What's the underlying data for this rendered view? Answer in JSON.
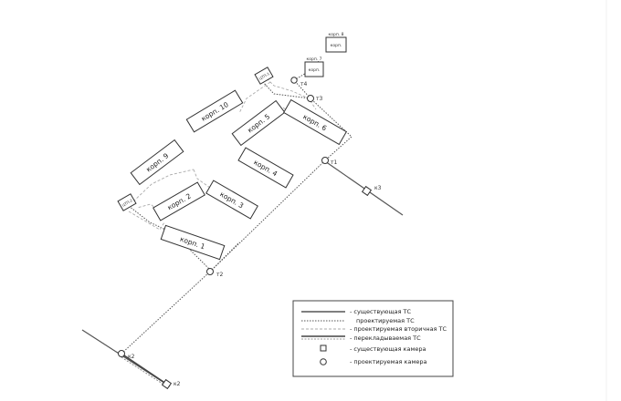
{
  "buildings": {
    "b1": "корп. 1",
    "b2": "корп. 2",
    "b3": "корп. 3",
    "b4": "корп. 4",
    "b5": "корп. 5",
    "b6": "корп. 6",
    "b7": "корп. 7",
    "b8": "корп. 8",
    "b9": "корп. 9",
    "b10": "корп. 10",
    "tp1": "ЦТП-1",
    "tp2": "ЦТП-2"
  },
  "nodes": {
    "n1": "т1",
    "n2": "т2",
    "n3": "т3",
    "k3": "к3",
    "k4": "т4",
    "k2a": "к2",
    "k2b": "к2"
  },
  "legend": {
    "existing_line": "- существующая ТС",
    "projected_line": "проектируемая ТС",
    "projected_secondary": "- проектируемая вторичная ТС",
    "relaid_line": "- перекладываемая ТС",
    "existing_chamber": "- существующая камера",
    "projected_chamber": "- проектируемая камера"
  }
}
